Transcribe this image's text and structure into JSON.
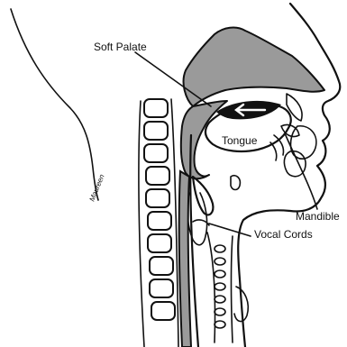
{
  "labels": {
    "soft_palate": "Soft Palate",
    "tongue": "Tongue",
    "mandible": "Mandible",
    "vocal_cords": "Vocal Cords"
  },
  "signature": "Maureen",
  "colors": {
    "ink": "#111111",
    "shade": "#9a9a9a",
    "paper": "#ffffff"
  }
}
